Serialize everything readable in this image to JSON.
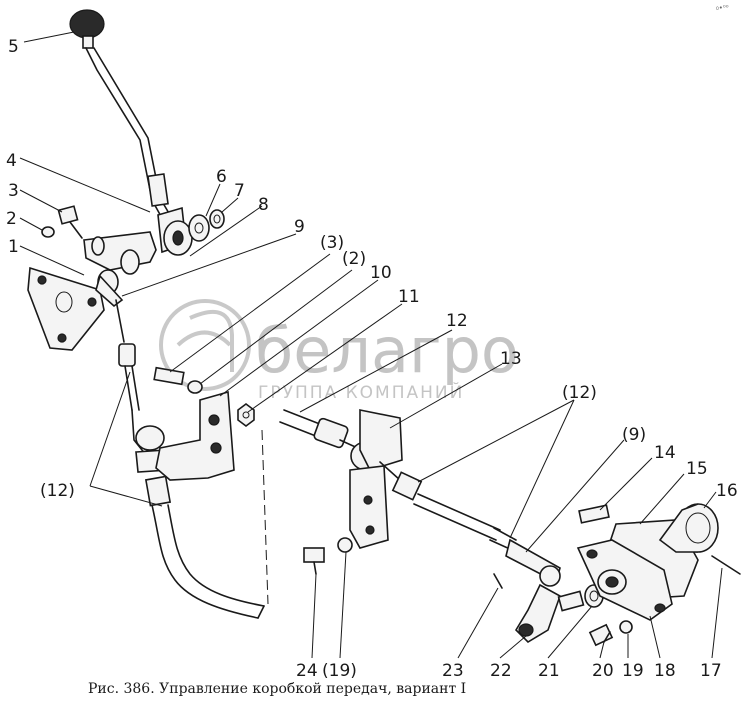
{
  "caption": "Рис. 386. Управление коробкой передач, вариант I",
  "corner_mark": "₀•⁰⁰",
  "watermark": {
    "brand": "белагро",
    "subtitle": "ГРУППА КОМПАНИЙ"
  },
  "callouts": [
    "5",
    "4",
    "3",
    "2",
    "1",
    "6",
    "7",
    "8",
    "9",
    "(3)",
    "(2)",
    "10",
    "11",
    "12",
    "13",
    "(12)",
    "(12)",
    "(9)",
    "14",
    "15",
    "16",
    "24",
    "(19)",
    "23",
    "22",
    "21",
    "20",
    "19",
    "18",
    "17"
  ]
}
